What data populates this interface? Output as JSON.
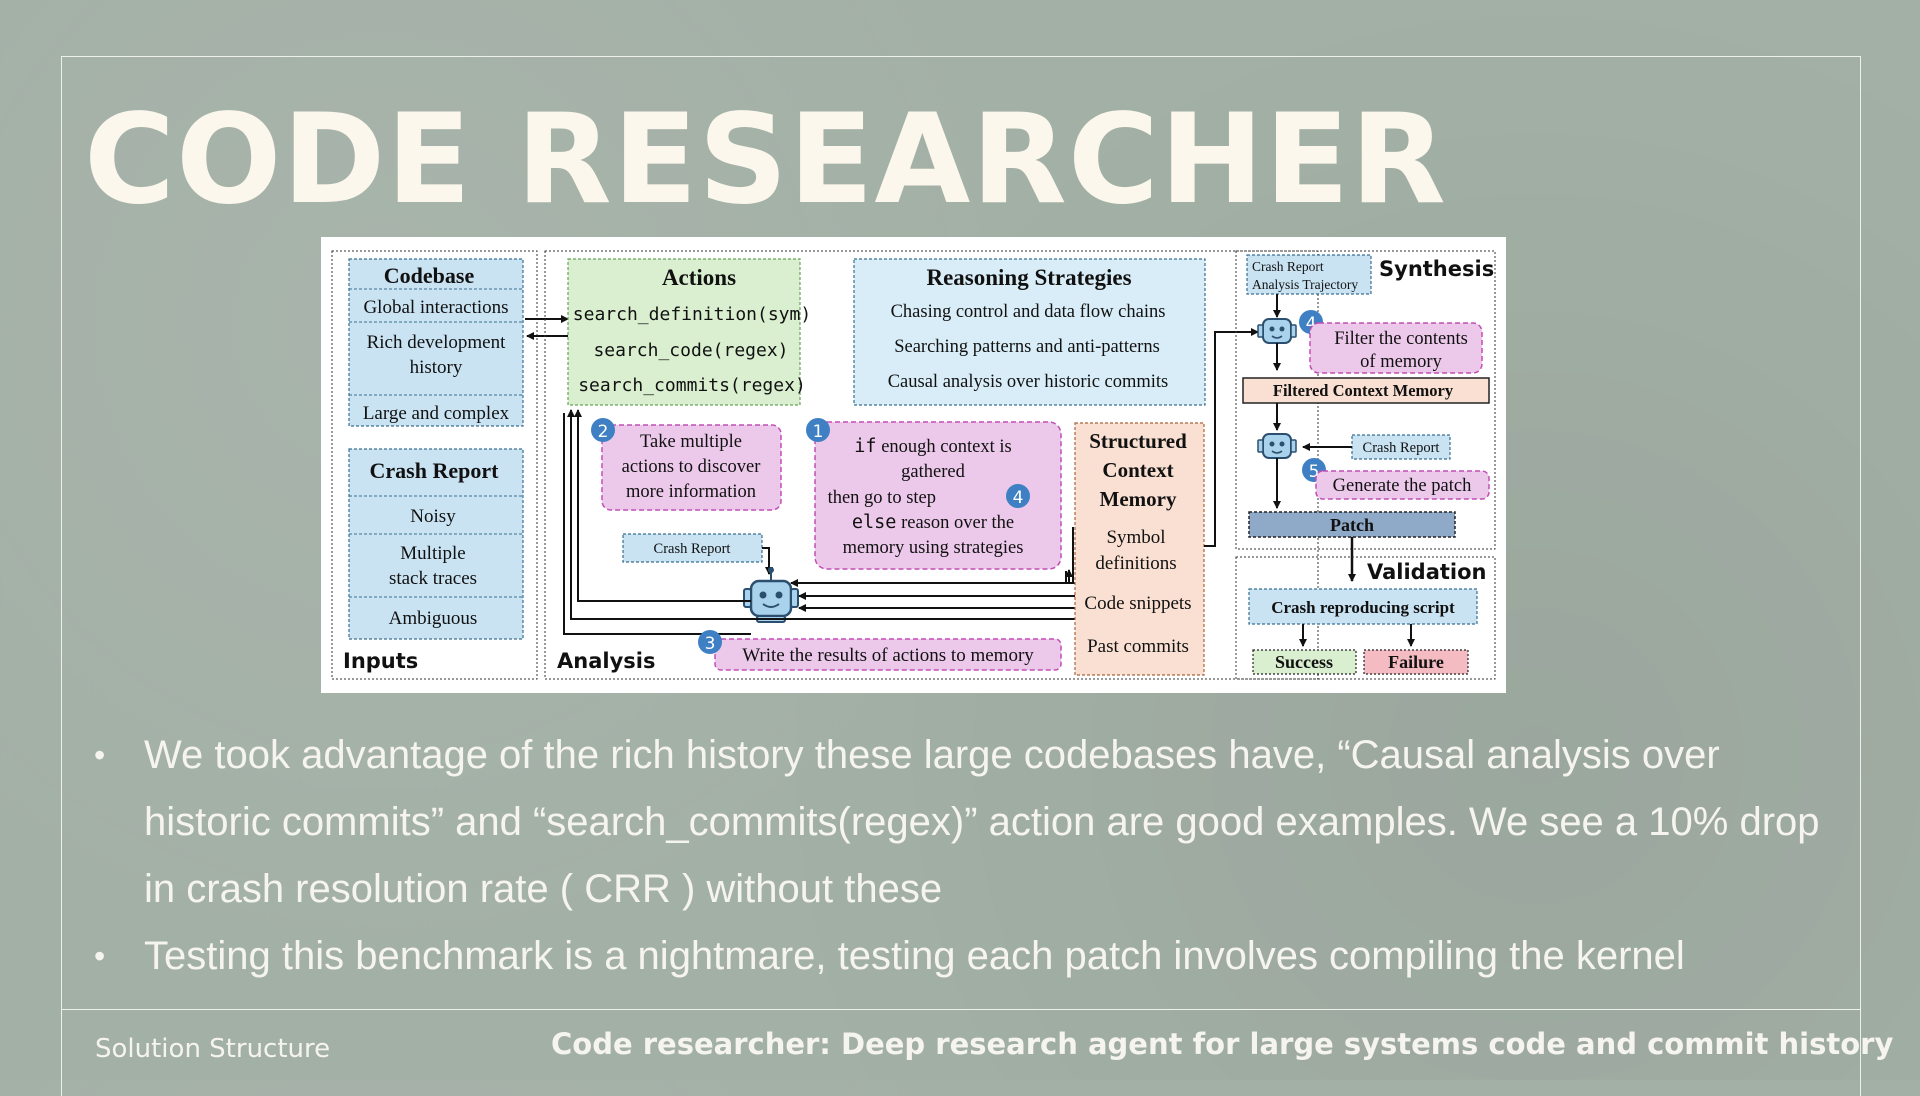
{
  "slide": {
    "title": "CODE RESEARCHER",
    "bullets": [
      "We took advantage of the rich history these large codebases have, “Causal analysis over historic commits”  and “search_commits(regex)” action are good examples. We see a 10% drop in crash resolution rate ( CRR ) without these",
      "Testing this benchmark is a nightmare, testing each patch involves compiling the kernel"
    ],
    "footer_left": "Solution Structure",
    "footer_right": "Code researcher: Deep research agent for large systems code and commit history"
  },
  "diagram": {
    "inputs": {
      "label": "Inputs",
      "codebase_title": "Codebase",
      "codebase_items": [
        "Global interactions",
        "Rich development",
        "history",
        "Large and complex"
      ],
      "crash_title": "Crash Report",
      "crash_items": [
        "Noisy",
        "Multiple",
        "stack traces",
        "Ambiguous"
      ]
    },
    "analysis": {
      "label": "Analysis",
      "actions_title": "Actions",
      "actions": [
        "search_definition(sym)",
        "search_code(regex)",
        "search_commits(regex)"
      ],
      "strategies_title": "Reasoning Strategies",
      "strategies": [
        "Chasing control and data flow chains",
        "Searching patterns and anti-patterns",
        "Causal analysis over historic commits"
      ],
      "step2": [
        "Take multiple",
        "actions to discover",
        "more information"
      ],
      "step1": {
        "if_kw": "if",
        "if_rest": "enough context is",
        "gathered": "gathered",
        "then": "then go to step",
        "else_kw": "else",
        "else_rest": "reason over the",
        "memory": "memory using strategies"
      },
      "crash_report": "Crash Report",
      "step3": "Write the results of actions to memory",
      "memory_title": [
        "Structured",
        "Context",
        "Memory"
      ],
      "memory_items": [
        "Symbol",
        "definitions",
        "Code snippets",
        "Past commits"
      ]
    },
    "synthesis": {
      "label": "Synthesis",
      "trajectory": [
        "Crash Report",
        "Analysis Trajectory"
      ],
      "filter": [
        "Filter the contents",
        "of memory"
      ],
      "filtered_memory": "Filtered Context Memory",
      "crash_report": "Crash Report",
      "generate": "Generate the patch",
      "patch": "Patch"
    },
    "validation": {
      "label": "Validation",
      "script": "Crash reproducing script",
      "success": "Success",
      "failure": "Failure"
    },
    "step_numbers": {
      "one": "1",
      "two": "2",
      "three": "3",
      "four": "4",
      "five": "5"
    }
  },
  "colors": {
    "background": "#a3b0a6",
    "title": "#fbf7ec",
    "blue_box": "#c9e3f3",
    "green_box": "#d9efcf",
    "pink_box": "#ecc9ea",
    "peach_box": "#f9e0d2",
    "patch": "#8eaac8",
    "failure": "#f4bcc2",
    "step_circle": "#3f7fc3"
  }
}
